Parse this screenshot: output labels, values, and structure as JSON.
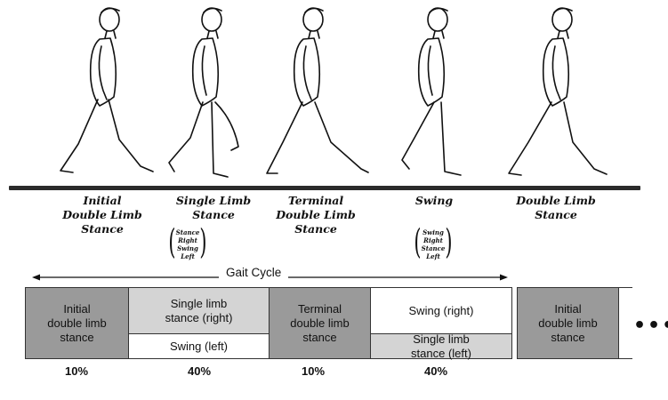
{
  "phase_labels": {
    "p1": "Initial\nDouble Limb\nStance",
    "p2": "Single Limb\nStance",
    "p3": "Terminal\nDouble Limb\nStance",
    "p4": "Swing",
    "p5": "Double Limb\nStance"
  },
  "sub_notes": {
    "n1": "Stance\nRight\nSwing\nLeft",
    "n2": "Swing\nRight\nStance\nLeft"
  },
  "gait_cycle_label": "Gait Cycle",
  "blocks": {
    "b1": "Initial\ndouble limb\nstance",
    "b2_top": "Single limb\nstance (right)",
    "b2_bottom": "Swing (left)",
    "b3": "Terminal\ndouble limb\nstance",
    "b4_top": "Swing (right)",
    "b4_bottom": "Single limb\nstance (left)",
    "b5": "Initial\ndouble limb\nstance"
  },
  "percentages": {
    "p1": "10%",
    "p2": "40%",
    "p3": "10%",
    "p4": "40%"
  },
  "continuation": "•••",
  "colors": {
    "dark_block": "#9a9a9a",
    "light_block": "#d4d4d4",
    "white_block": "#ffffff",
    "ink": "#111111"
  },
  "figures": [
    "walking-figure-initial-double",
    "walking-figure-single-limb",
    "walking-figure-terminal-double",
    "walking-figure-swing",
    "walking-figure-double-limb"
  ]
}
